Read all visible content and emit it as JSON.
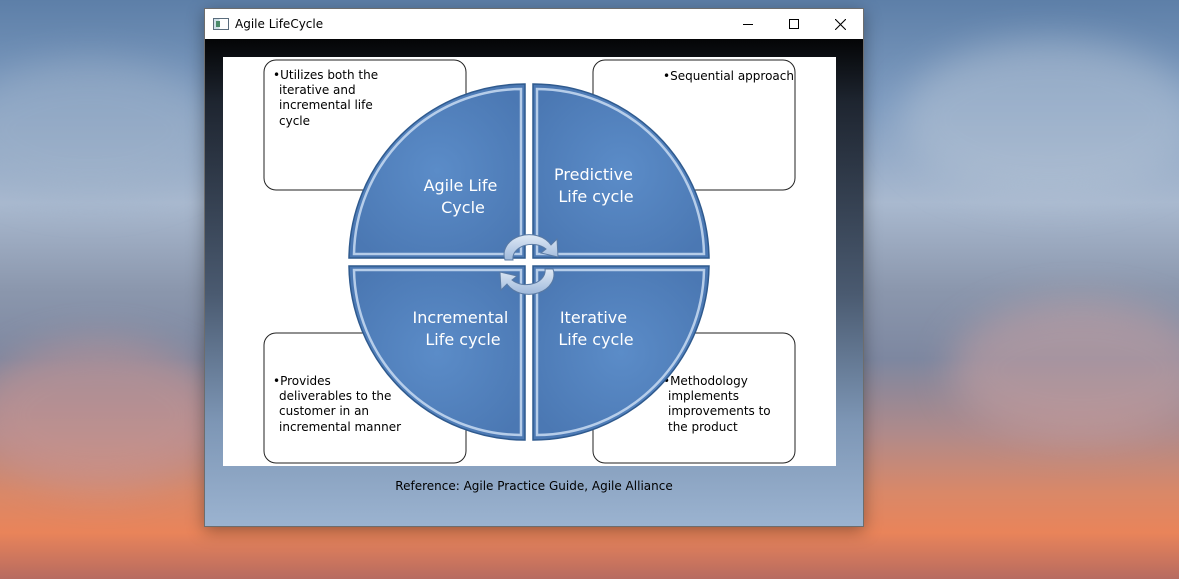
{
  "window": {
    "title": "Agile LifeCycle",
    "controls": {
      "minimize": "minimize",
      "maximize": "maximize",
      "close": "close"
    }
  },
  "diagram": {
    "quadrants": {
      "top_left": [
        "Agile Life",
        "Cycle"
      ],
      "top_right": [
        "Predictive",
        "Life cycle"
      ],
      "bottom_left": [
        "Incremental",
        "Life cycle"
      ],
      "bottom_right": [
        "Iterative",
        "Life cycle"
      ]
    },
    "callouts": {
      "top_left": [
        "•Utilizes both the",
        "iterative and",
        "incremental life",
        "cycle"
      ],
      "top_right": [
        "•Sequential approach"
      ],
      "bottom_left": [
        "•Provides",
        "deliverables to the",
        "customer in an",
        "incremental manner"
      ],
      "bottom_right": [
        "•Methodology",
        "implements",
        "improvements to",
        "the product"
      ]
    },
    "colors": {
      "quadrant_fill": "#4f81bd",
      "quadrant_highlight": "#a7c3e6",
      "arrow_fill": "#b9cde6"
    }
  },
  "reference": "Reference: Agile Practice Guide, Agile Alliance"
}
